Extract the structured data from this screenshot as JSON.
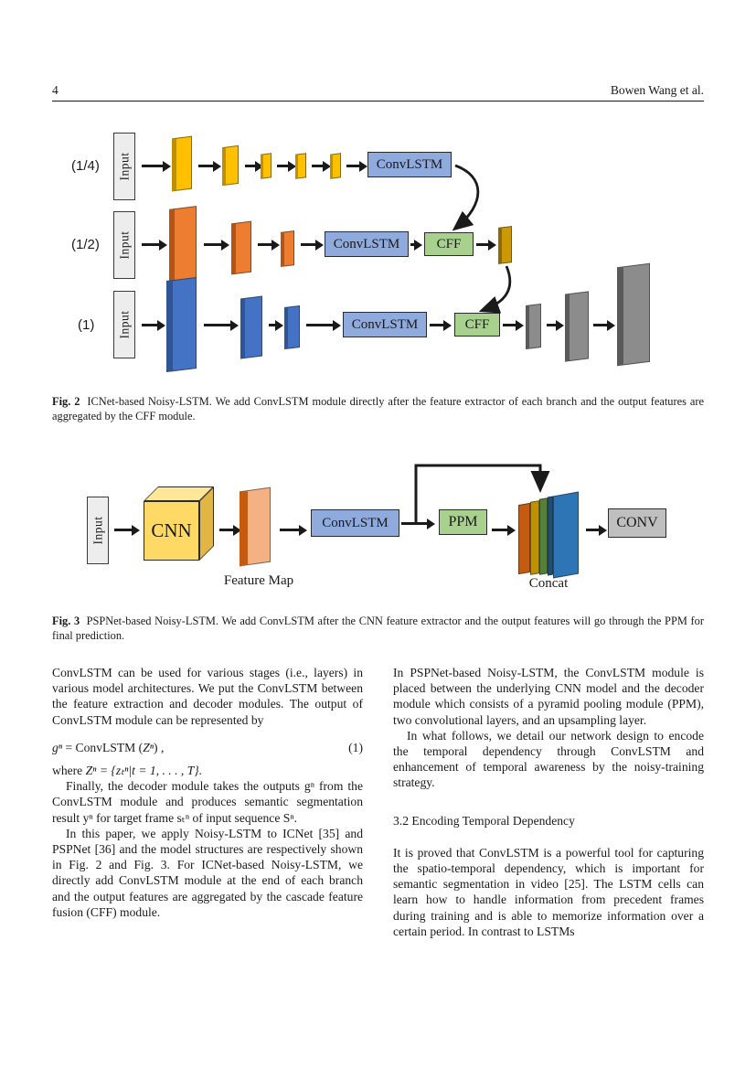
{
  "header": {
    "page_number": "4",
    "running_title": "Bowen Wang et al."
  },
  "palette": {
    "branch_quarter_yellow": "#FFC000",
    "branch_half_orange": "#ED7D31",
    "branch_full_blue": "#4472C4",
    "output_gray": "#8C8C8C",
    "convlstm_box": "#8FAADC",
    "cff_ppm_box": "#A9D18E",
    "cnn_block": "#FFD966",
    "feature_map": "#F4B183",
    "conv_box": "#BFBFBF",
    "input_box": "#EDEDED",
    "gold_slab": "#CC9A00",
    "concat_layers": [
      "#C55A11",
      "#BF9000",
      "#538135",
      "#1F4E79",
      "#2E75B6"
    ]
  },
  "fig2": {
    "rows": [
      {
        "scale": "(1/4)",
        "input": "Input",
        "convlstm": "ConvLSTM"
      },
      {
        "scale": "(1/2)",
        "input": "Input",
        "convlstm": "ConvLSTM",
        "cff": "CFF"
      },
      {
        "scale": "(1)",
        "input": "Input",
        "convlstm": "ConvLSTM",
        "cff": "CFF"
      }
    ],
    "caption_tag": "Fig. 2",
    "caption": "ICNet-based Noisy-LSTM. We add ConvLSTM module directly after the feature extractor of each branch and the output features are aggregated by the CFF module."
  },
  "fig3": {
    "input": "Input",
    "cnn": "CNN",
    "feature_map": "Feature Map",
    "convlstm": "ConvLSTM",
    "ppm": "PPM",
    "concat": "Concat",
    "conv": "CONV",
    "caption_tag": "Fig. 3",
    "caption": "PSPNet-based Noisy-LSTM. We add ConvLSTM after the CNN feature extractor and the output features will go through the PPM for final prediction."
  },
  "body": {
    "left": {
      "p1": "ConvLSTM can be used for various stages (i.e., layers) in various model architectures. We put the ConvLSTM between the feature extraction and decoder modules. The output of ConvLSTM module can be represented by",
      "equation": {
        "lhs": "gⁿ",
        "mid": " = ConvLSTM (",
        "arg": "Zⁿ",
        "close": ") ,",
        "number": "(1)"
      },
      "where_prefix": "where ",
      "where_math": "Zⁿ = {zₜⁿ|t = 1, . . . , T}.",
      "p2": "Finally, the decoder module takes the outputs gⁿ from the ConvLSTM module and produces semantic segmentation result yⁿ for target frame sₜⁿ of input sequence Sⁿ.",
      "p3": "In this paper, we apply Noisy-LSTM to ICNet [35] and PSPNet [36] and the model structures are respectively shown in Fig. 2 and Fig. 3. For ICNet-based Noisy-LSTM, we directly add ConvLSTM module at the end of each branch and the output features are aggregated by the cascade feature fusion (CFF) module."
    },
    "right": {
      "p1": "In PSPNet-based Noisy-LSTM, the ConvLSTM module is placed between the underlying CNN model and the decoder module which consists of a pyramid pooling module (PPM), two convolutional layers, and an upsampling layer.",
      "p2": "In what follows, we detail our network design to encode the temporal dependency through ConvLSTM and enhancement of temporal awareness by the noisy-training strategy.",
      "heading": "3.2 Encoding Temporal Dependency",
      "p3": "It is proved that ConvLSTM is a powerful tool for capturing the spatio-temporal dependency, which is important for semantic segmentation in video [25]. The LSTM cells can learn how to handle information from precedent frames during training and is able to memorize information over a certain period. In contrast to LSTMs"
    }
  }
}
